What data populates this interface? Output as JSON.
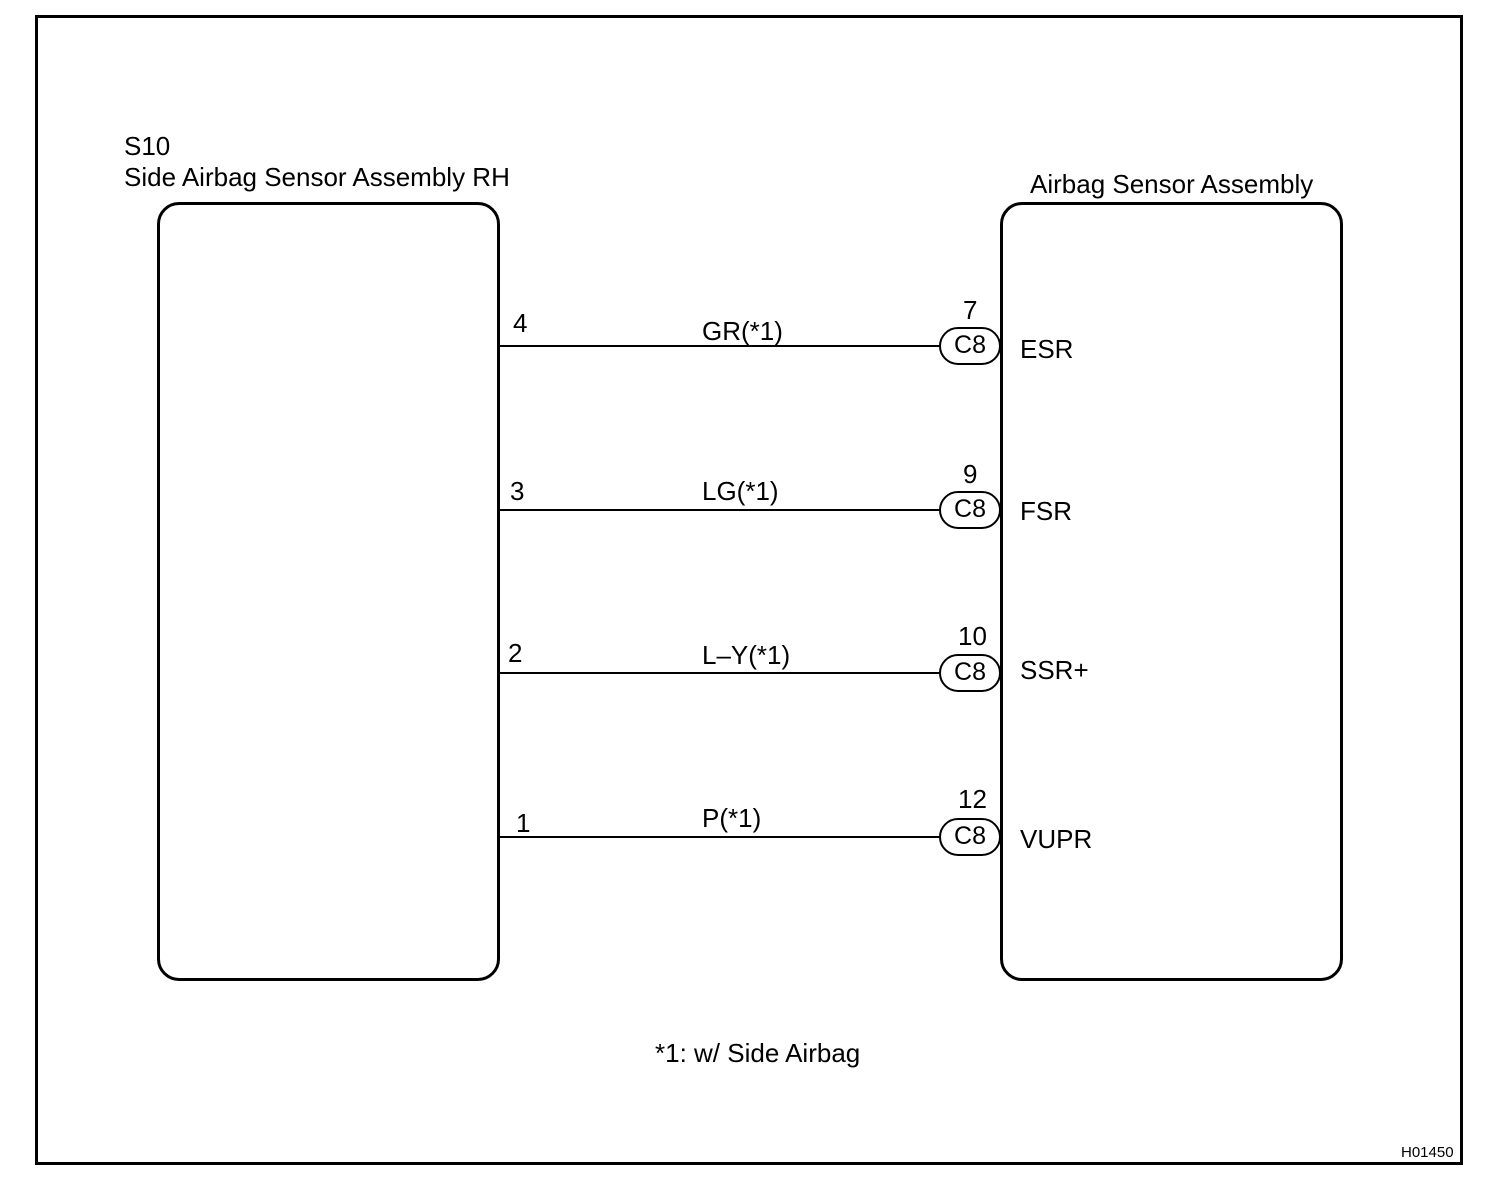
{
  "left_component": {
    "code": "S10",
    "name": "Side Airbag Sensor Assembly RH"
  },
  "right_component": {
    "name": "Airbag Sensor Assembly"
  },
  "connections": [
    {
      "left_pin": "4",
      "wire": "GR(*1)",
      "right_pin": "7",
      "connector": "C8",
      "terminal": "ESR"
    },
    {
      "left_pin": "3",
      "wire": "LG(*1)",
      "right_pin": "9",
      "connector": "C8",
      "terminal": "FSR"
    },
    {
      "left_pin": "2",
      "wire": "L–Y(*1)",
      "right_pin": "10",
      "connector": "C8",
      "terminal": "SSR+"
    },
    {
      "left_pin": "1",
      "wire": "P(*1)",
      "right_pin": "12",
      "connector": "C8",
      "terminal": "VUPR"
    }
  ],
  "footnote": "*1: w/ Side Airbag",
  "figure_id": "H01450"
}
